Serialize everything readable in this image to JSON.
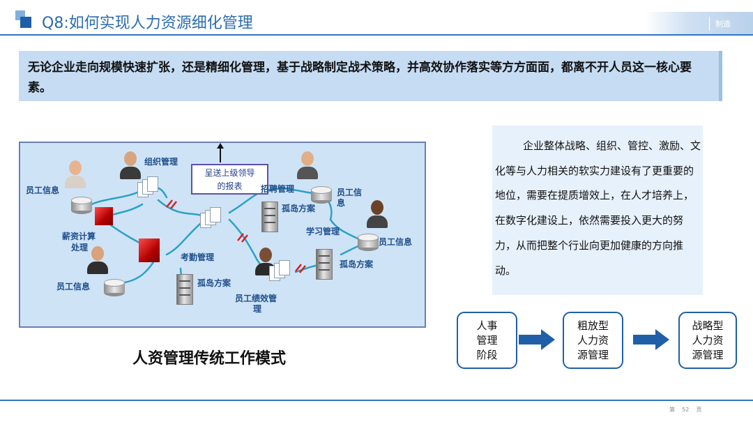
{
  "header": {
    "title": "Q8:如何实现人力资源细化管理",
    "tag": "制造"
  },
  "intro": {
    "text": "无论企业走向规模快速扩张，还是精细化管理，基于战略制定战术策略，并高效协作落实等方方面面，都离不开人员这一核心要素。"
  },
  "diagram": {
    "labels": {
      "org_mgmt": "组织管理",
      "report_line1": "呈送上级领导",
      "report_line2": "的报表",
      "recruit_mgmt": "招聘管理",
      "emp_info_top_left": "员工信息",
      "emp_info_recruit_1": "员工信",
      "emp_info_recruit_2": "息",
      "island_1": "孤岛方案",
      "salary_1": "薪资计算",
      "salary_2": "处理",
      "learning_mgmt": "学习管理",
      "emp_info_right": "员工信息",
      "attendance_mgmt": "考勤管理",
      "island_2": "孤岛方案",
      "island_3": "孤岛方案",
      "emp_info_bottom_left": "员工信息",
      "perf_mgmt_1": "员工绩效管",
      "perf_mgmt_2": "理"
    },
    "colors": {
      "background": "#cfe3f6",
      "link": "#2aa1c8",
      "break": "#d42020",
      "label": "#1f4f8c"
    }
  },
  "caption": "人资管理传统工作模式",
  "description": "企业整体战略、组织、管控、激励、文化等与人力相关的软实力建设有了更重要的地位，需要在提质增效上，在人才培养上，在数字化建设上，依然需要投入更大的努力，从而把整个行业向更加健康的方向推动。",
  "flow": {
    "steps": [
      {
        "lines": [
          "人事",
          "管理",
          "阶段"
        ]
      },
      {
        "lines": [
          "粗放型",
          "人力资",
          "源管理"
        ]
      },
      {
        "lines": [
          "战略型",
          "人力资",
          "源管理"
        ]
      }
    ],
    "accent": "#1f5fa8"
  },
  "footer": {
    "page_prefix": "第",
    "page_number": "52",
    "page_suffix": "页"
  }
}
